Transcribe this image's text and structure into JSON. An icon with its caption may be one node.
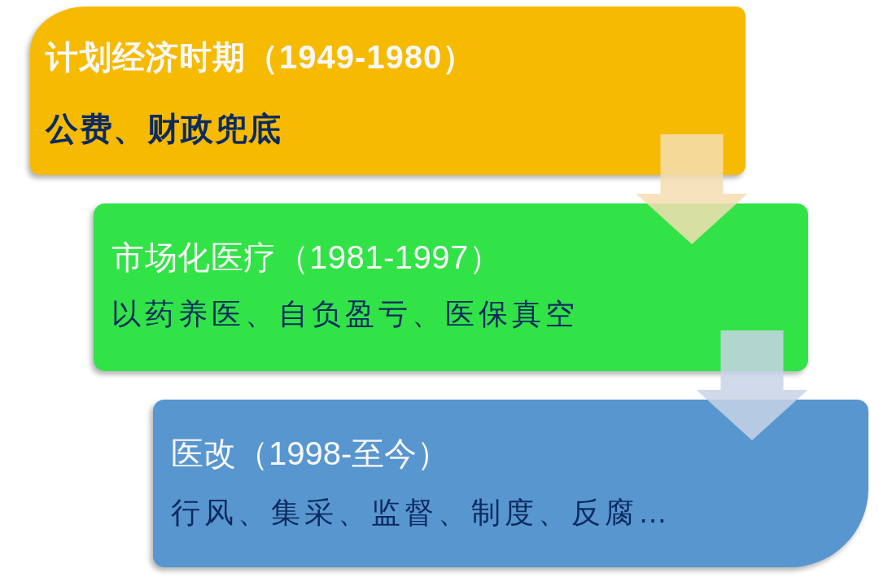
{
  "diagram": {
    "nodes": [
      {
        "text": [
          "计划经济时期（1949-1980）",
          "公费、财政兜底"
        ]
      },
      {
        "text": [
          "市场化医疗（1981-1997）",
          "以药养医、自负盈亏、医保真空"
        ]
      },
      {
        "text": [
          "医改（1998-至今）",
          "行风、集采、监督、制度、反腐…"
        ]
      }
    ],
    "edges": [
      {
        "from": 0,
        "to": 1,
        "arrow": "to",
        "color": "#f5deb3"
      },
      {
        "from": 1,
        "to": 2,
        "arrow": "to",
        "color": "#c8d3e6"
      }
    ]
  }
}
